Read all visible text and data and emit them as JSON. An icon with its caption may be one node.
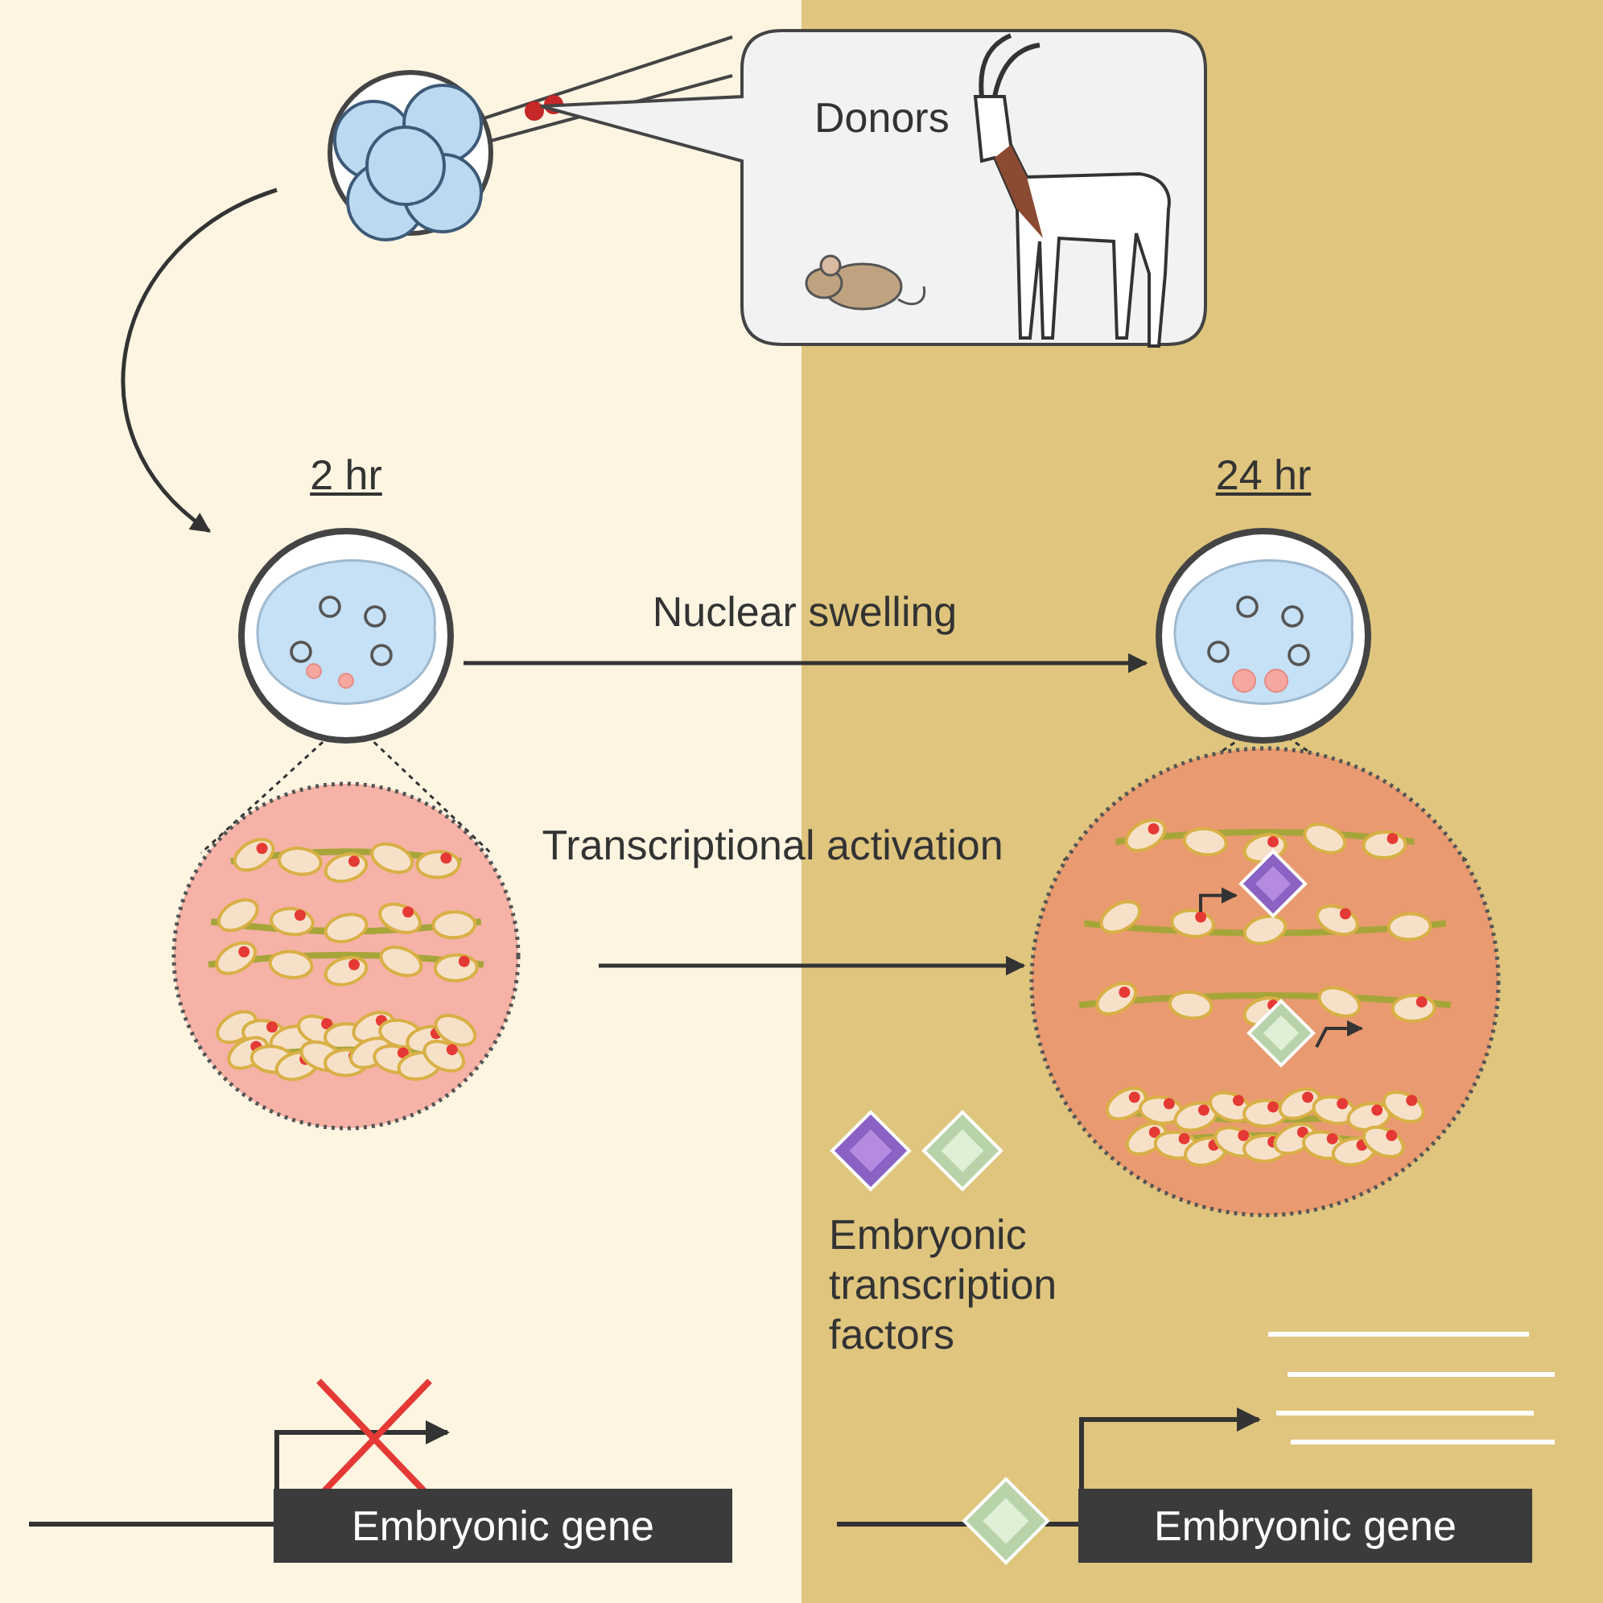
{
  "diagram": {
    "nodes": [
      {
        "text": [],
        "shape": "picture"
      },
      {
        "text": [
          "Donors"
        ]
      },
      {
        "text": [
          "2 hr"
        ]
      },
      {
        "text": [
          "24 hr"
        ]
      },
      {
        "text": [],
        "shape": "picture"
      },
      {
        "text": [],
        "shape": "picture"
      },
      {
        "text": [
          "Embryonic gene"
        ]
      },
      {
        "text": [
          "Embryonic gene"
        ]
      }
    ],
    "edges": [
      {
        "from": 0,
        "to": 2,
        "arrow": "to"
      },
      {
        "from": 2,
        "to": 3,
        "arrow": "to",
        "label": "Nuclear swelling"
      },
      {
        "from": 4,
        "to": 5,
        "arrow": "to",
        "label": "Transcriptional activation"
      },
      {
        "from": 2,
        "to": 4,
        "arrow": "none",
        "style": "dashed"
      },
      {
        "from": 2,
        "to": 4,
        "arrow": "none",
        "style": "dashed"
      },
      {
        "from": 3,
        "to": 5,
        "arrow": "none",
        "style": "dashed"
      },
      {
        "from": 3,
        "to": 5,
        "arrow": "none",
        "style": "dashed"
      }
    ],
    "labels": [
      "Embryonic transcription factors"
    ]
  }
}
